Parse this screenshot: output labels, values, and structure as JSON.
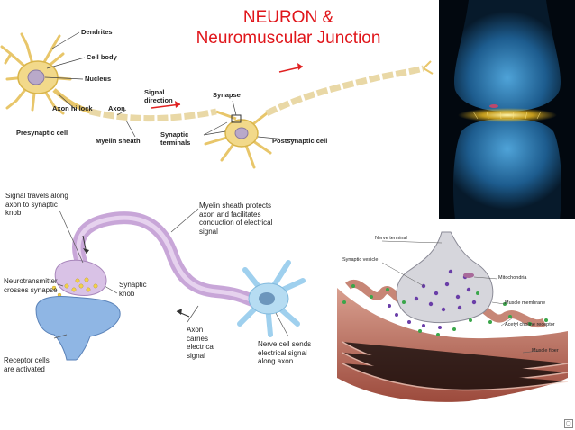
{
  "title": {
    "line1": "NEURON &",
    "line2": "Neuromuscular Junction"
  },
  "neuron_diagram": {
    "dendrites": "Dendrites",
    "cell_body": "Cell body",
    "nucleus": "Nucleus",
    "axon_hillock": "Axon hillock",
    "axon": "Axon",
    "signal_direction_1": "Signal",
    "signal_direction_2": "direction",
    "synapse": "Synapse",
    "presynaptic_cell": "Presynaptic cell",
    "myelin_sheath": "Myelin sheath",
    "synaptic_terminals_1": "Synaptic",
    "synaptic_terminals_2": "terminals",
    "postsynaptic_cell": "Postsynaptic cell"
  },
  "signal_diagram": {
    "signal_travels": [
      "Signal travels along",
      "axon to synaptic",
      "knob"
    ],
    "myelin_protects": [
      "Myelin sheath protects",
      "axon and facilitates",
      "conduction of electrical",
      "signal"
    ],
    "neurotransmitter": [
      "Neurotransmitter",
      "crosses synapse"
    ],
    "synaptic_knob": [
      "Synaptic",
      "knob"
    ],
    "axon_carries": [
      "Axon",
      "carries",
      "electrical",
      "signal"
    ],
    "nerve_cell_sends": [
      "Nerve cell sends",
      "electrical signal",
      "along axon"
    ],
    "receptor_cells": [
      "Receptor cells",
      "are activated"
    ]
  },
  "nmj_diagram": {
    "nerve_terminal": "Nerve terminal",
    "synaptic_vesicle": "Synaptic vesicle",
    "mitochondria": "Mitochondria",
    "muscle_membrane": "Muscle membrane",
    "ach_receptor": "Acetyl choline receptor",
    "muscle_fiber": "Muscle fiber"
  },
  "colors": {
    "title": "#e0161b",
    "neuron_yellow": "#f2d98a",
    "synapse_bg": "#02080f",
    "purple_axon": "#c8a6d8",
    "blue_cell": "#9fd0ee",
    "muscle_red": "#b86a5a"
  },
  "icons": {
    "slide_corner": "slide-corner-icon"
  }
}
